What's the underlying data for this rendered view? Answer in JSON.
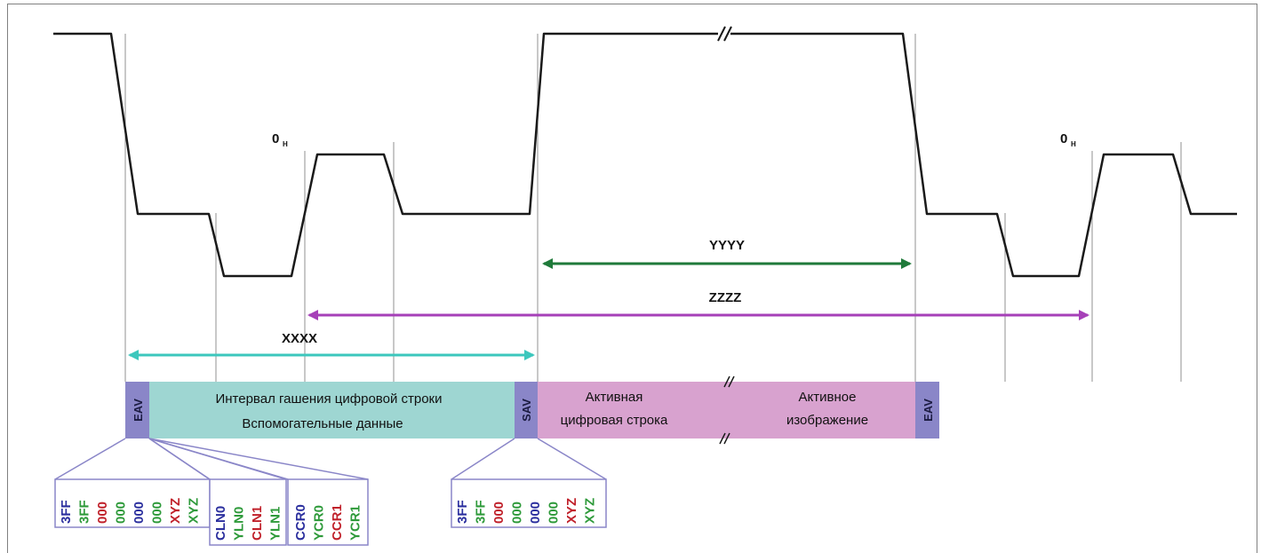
{
  "diagram": {
    "oh_label_left": "0",
    "oh_sub_left": "H",
    "oh_label_right": "0",
    "oh_sub_right": "H",
    "markers": {
      "xxxx": "XXXX",
      "yyyy": "YYYY",
      "zzzz": "ZZZZ"
    },
    "bar": {
      "eav_left": "EAV",
      "sav": "SAV",
      "eav_right": "EAV",
      "blanking_line1": "Интервал гашения цифровой строки",
      "blanking_line2": "Вспомогательные данные",
      "active_line_1": "Активная",
      "active_line_2": "цифровая строка",
      "active_image_1": "Активное",
      "active_image_2": "изображение"
    },
    "eav_codes": {
      "group1": [
        "3FF",
        "3FF",
        "000",
        "000",
        "000",
        "000",
        "XYZ",
        "XYZ"
      ],
      "group2": [
        "CLN0",
        "YLN0",
        "CLN1",
        "YLN1"
      ],
      "group3": [
        "CCR0",
        "YCR0",
        "CCR1",
        "YCR1"
      ]
    },
    "sav_codes": {
      "group1": [
        "3FF",
        "3FF",
        "000",
        "000",
        "000",
        "000",
        "XYZ",
        "XYZ"
      ]
    },
    "colors": {
      "waveform": "#1a1a1a",
      "guide": "#909090",
      "teal_arrow": "#3cc7bd",
      "green_arrow": "#1f7a3a",
      "purple_arrow": "#a640b8",
      "blanking_fill": "#9ed6d2",
      "active_fill": "#d8a2cf",
      "marker_fill": "#8a86c8",
      "box_border": "#8a86c8",
      "code_blue": "#2b2f9e",
      "code_green": "#2e9a3a",
      "code_red": "#c0202a"
    }
  }
}
